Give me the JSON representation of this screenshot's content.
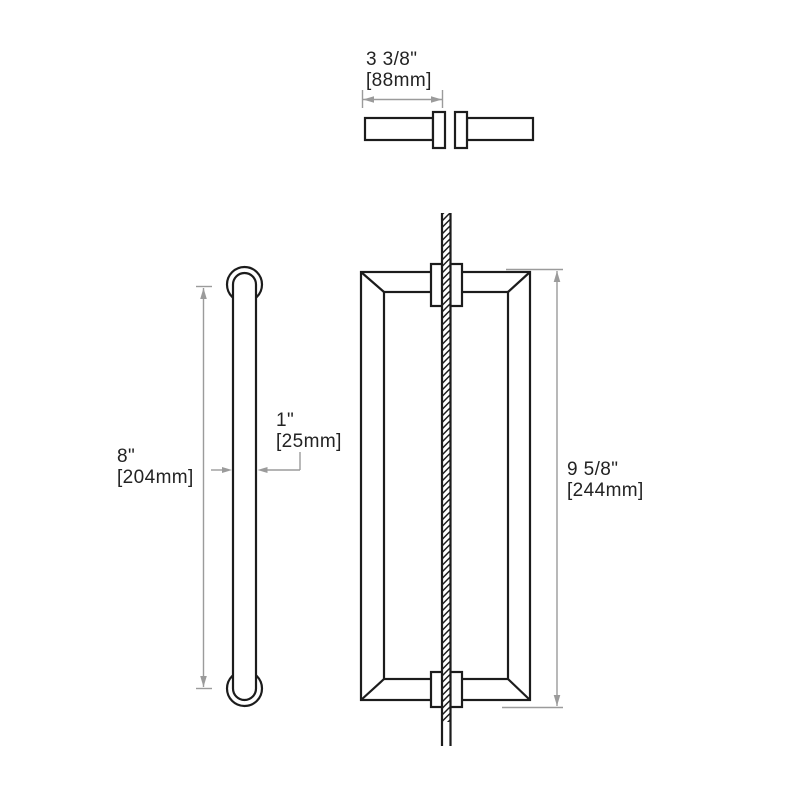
{
  "drawing": {
    "subject": "back-to-back-door-pull-technical-drawing",
    "views": [
      "top-section-view",
      "side-profile-view",
      "front-view-through-glass"
    ]
  },
  "colors": {
    "line": "#1c1c1c",
    "dimension": "#9b9b9b",
    "text": "#232323",
    "background": "#ffffff"
  },
  "dimensions": {
    "projection": {
      "inches": "3 3/8\"",
      "metric": "[88mm]"
    },
    "center_to_center": {
      "inches": "8\"",
      "metric": "[204mm]"
    },
    "bar_diameter": {
      "inches": "1\"",
      "metric": "[25mm]"
    },
    "overall_length": {
      "inches": "9 5/8\"",
      "metric": "[244mm]"
    }
  }
}
